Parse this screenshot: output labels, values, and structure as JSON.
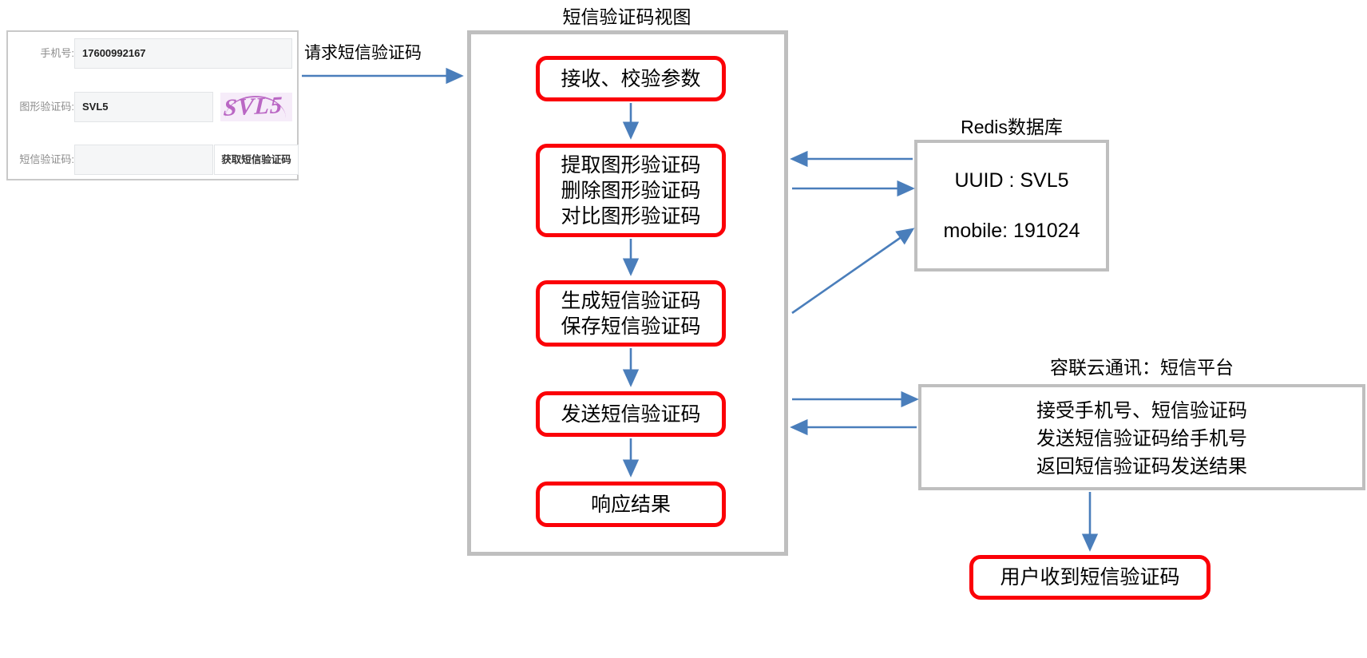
{
  "form": {
    "phone": {
      "label": "手机号:",
      "value": "17600992167",
      "placeholder": ""
    },
    "image_captcha": {
      "label": "图形验证码:",
      "value": "SVL5",
      "placeholder": "",
      "image_text": "SVL5"
    },
    "sms_captcha": {
      "label": "短信验证码:",
      "value": "",
      "placeholder": ""
    },
    "get_sms_button": "获取短信验证码"
  },
  "edges": {
    "request_sms": "请求短信验证码"
  },
  "flow": {
    "title": "短信验证码视图",
    "nodes": [
      {
        "text": "接收、校验参数"
      },
      {
        "text": "提取图形验证码\n删除图形验证码\n对比图形验证码"
      },
      {
        "text": "生成短信验证码\n保存短信验证码"
      },
      {
        "text": "发送短信验证码"
      },
      {
        "text": "响应结果"
      }
    ]
  },
  "redis": {
    "title": "Redis数据库",
    "entries": [
      "UUID : SVL5",
      "mobile: 191024"
    ]
  },
  "sms_platform": {
    "title": "容联云通讯：短信平台",
    "lines": [
      "接受手机号、短信验证码",
      "发送短信验证码给手机号",
      "返回短信验证码发送结果"
    ]
  },
  "user_result": {
    "text": "用户收到短信验证码"
  },
  "colors": {
    "node_border": "#fb0007",
    "container_border": "#bfbfbf",
    "arrow": "#4a7ebb",
    "captcha_ink": "#b55cc0",
    "label_gray": "#8c8c8c"
  }
}
